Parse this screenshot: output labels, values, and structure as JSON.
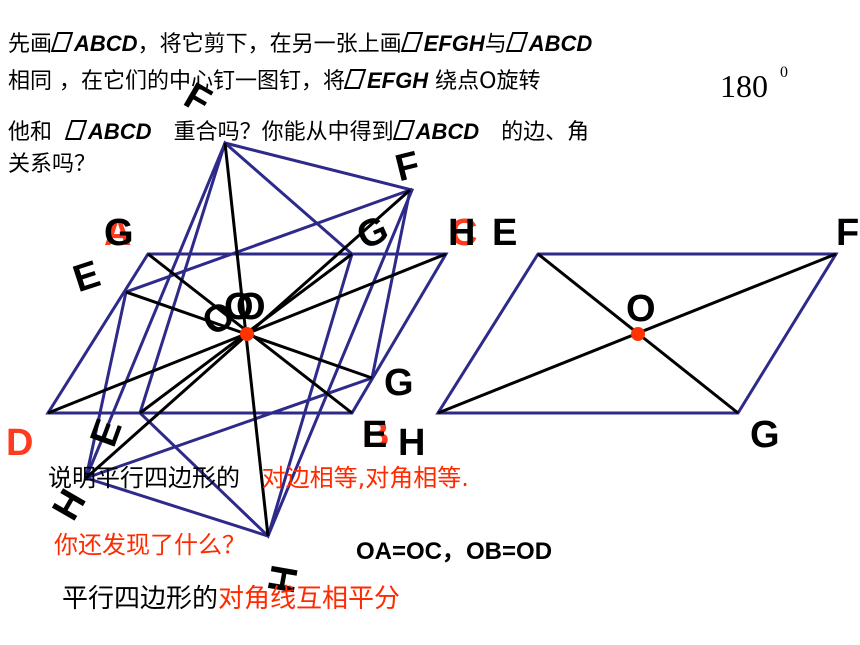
{
  "problem": {
    "line1": {
      "part1": "先画",
      "shape1": "ABCD",
      "part2": "，将它剪下，在另一张上画",
      "shape2": "EFGH",
      "part3": "与",
      "shape3": "ABCD"
    },
    "line2": {
      "part1": "相同 ，在它们的中心钉一图钉，将",
      "shape1": "EFGH",
      "part2": "绕点O旋转",
      "angle": "180",
      "degree": "0"
    },
    "line3": {
      "part1": "他和",
      "shape1": "ABCD",
      "part2": "重合吗？你能从中得到",
      "shape2": "ABCD",
      "part3": "的边、角"
    },
    "line4": "关系吗？"
  },
  "findings": {
    "line1_black": "说明平行四边形的",
    "line1_red": "对边相等,对角相等.",
    "question": "你还发现了什么？",
    "equation": "OA=OC，OB=OD",
    "conclusion_black": "平行四边形的",
    "conclusion_red": "对角线互相平分"
  },
  "diagram_left": {
    "labels": {
      "A": "A",
      "G1": "G",
      "D": "D",
      "E1": "E",
      "F_top": "F",
      "F_right": "F",
      "G_top": "G",
      "H_top": "H",
      "C": "C",
      "O1": "O",
      "O2": "O",
      "O3": "O",
      "G_mid": "G",
      "E_bottom": "E",
      "B": "B",
      "H_bottom": "H",
      "E_low": "E",
      "H_low": "H",
      "H_bottom2": "H"
    }
  },
  "diagram_right": {
    "labels": {
      "E": "E",
      "F": "F",
      "O": "O",
      "G": "G"
    }
  },
  "colors": {
    "shape_stroke": "#2e2a8a",
    "line_stroke": "#000000",
    "center_dot": "#ff3300",
    "accent_red": "#ff2a00"
  }
}
